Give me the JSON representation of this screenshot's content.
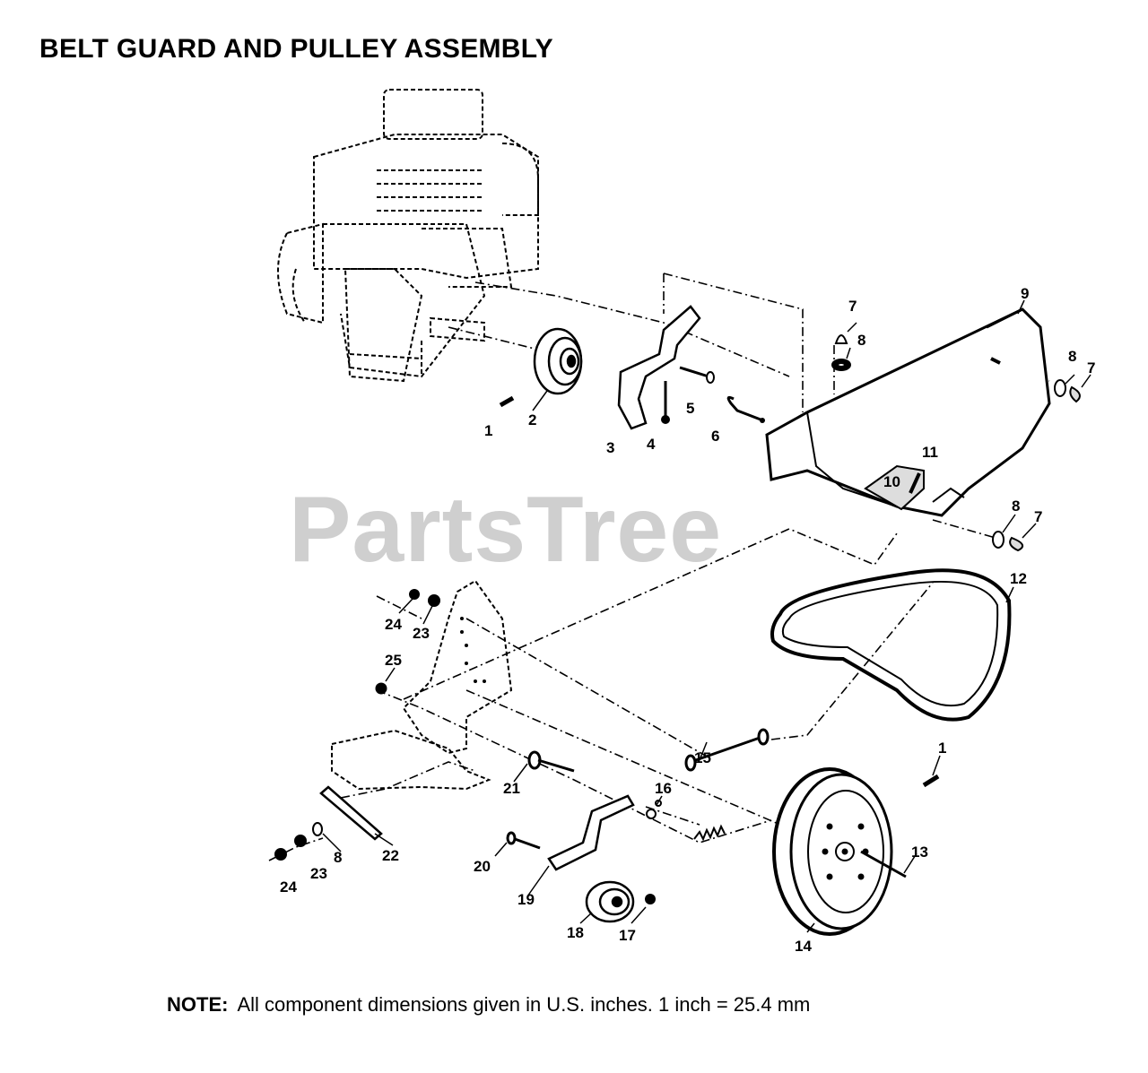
{
  "title": "BELT GUARD AND PULLEY ASSEMBLY",
  "watermark": "PartsTree",
  "note": {
    "label": "NOTE:",
    "text": "All component dimensions given in U.S. inches.  1 inch = 25.4 mm"
  },
  "callouts": {
    "c1a": "1",
    "c2": "2",
    "c3": "3",
    "c4": "4",
    "c5": "5",
    "c6": "6",
    "c7a": "7",
    "c8a": "8",
    "c9": "9",
    "c8b": "8",
    "c7b": "7",
    "c10": "10",
    "c11": "11",
    "c8c": "8",
    "c7c": "7",
    "c12": "12",
    "c24a": "24",
    "c23a": "23",
    "c25": "25",
    "c15": "15",
    "c1b": "1",
    "c21": "21",
    "c16": "16",
    "c13": "13",
    "c22": "22",
    "c8d": "8",
    "c23b": "23",
    "c24b": "24",
    "c20": "20",
    "c19": "19",
    "c18": "18",
    "c17": "17",
    "c14": "14"
  }
}
